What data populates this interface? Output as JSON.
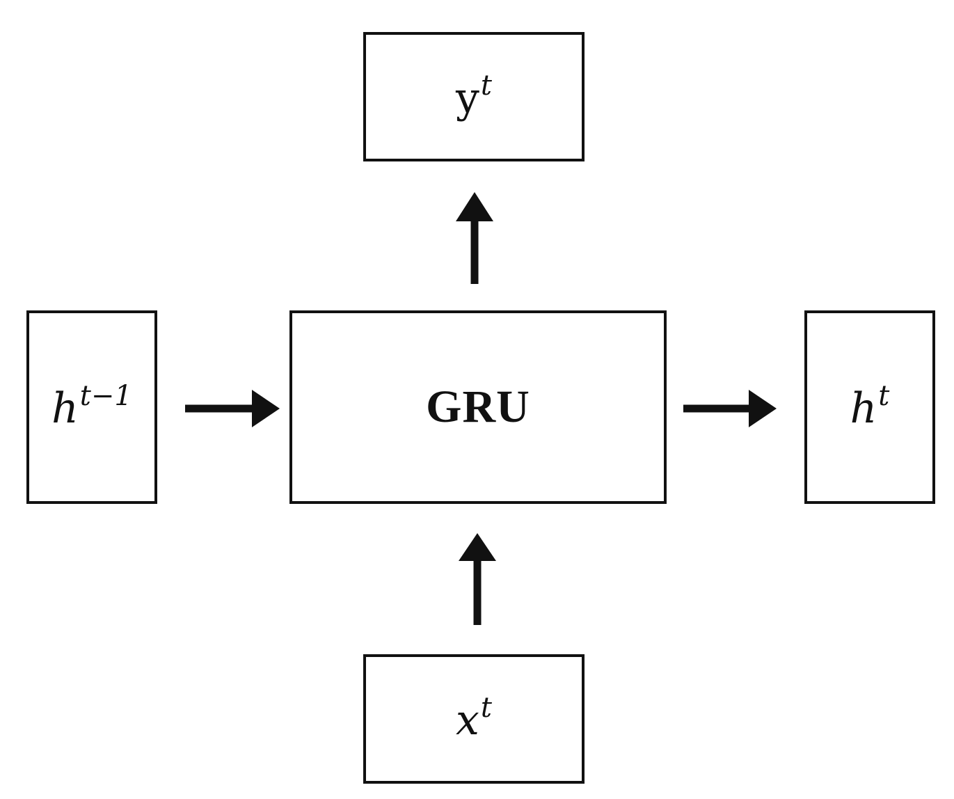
{
  "nodes": {
    "output": {
      "symbol": "y",
      "superscript": "t"
    },
    "prev_hidden": {
      "symbol": "h",
      "superscript": "t−1"
    },
    "cell": {
      "label": "GRU"
    },
    "hidden": {
      "symbol": "h",
      "superscript": "t"
    },
    "input": {
      "symbol": "x",
      "superscript": "t"
    }
  },
  "colors": {
    "stroke": "#111111",
    "background": "#ffffff"
  }
}
